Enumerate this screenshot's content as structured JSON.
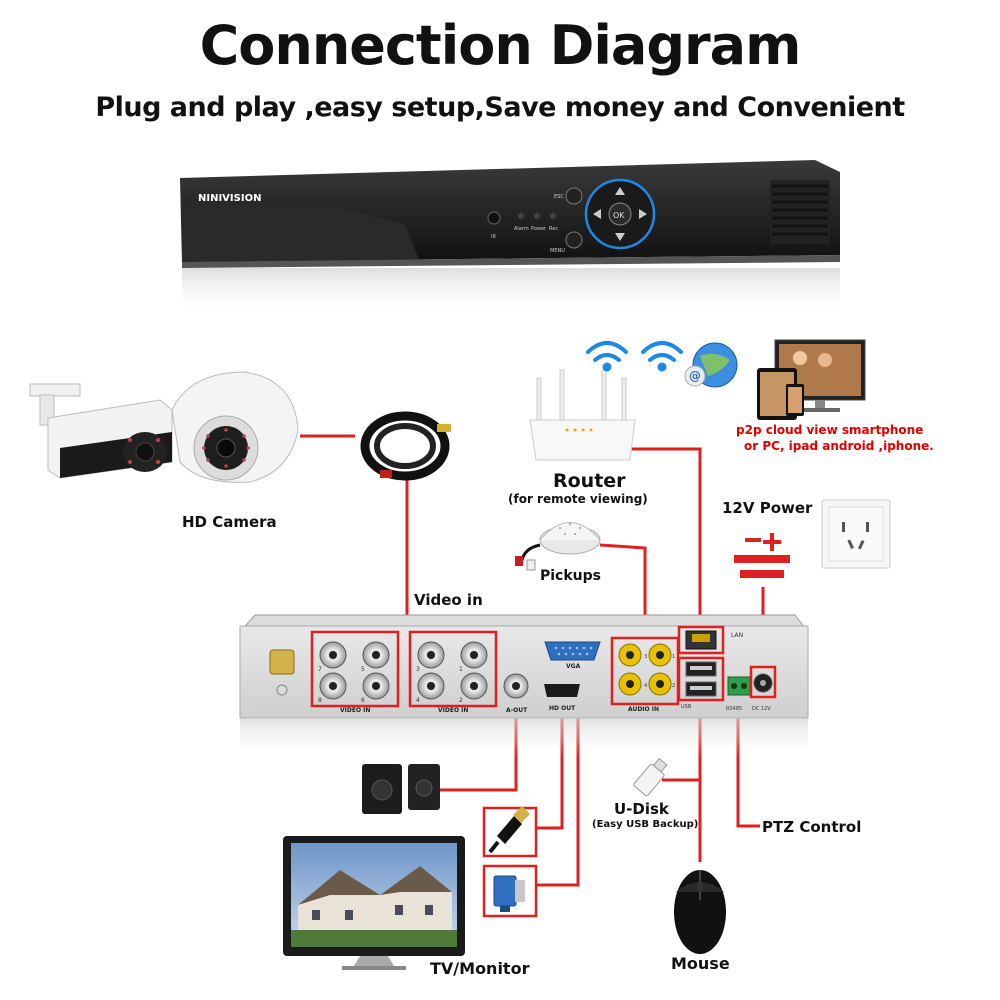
{
  "header": {
    "title": "Connection Diagram",
    "subtitle": "Plug and play ,easy setup,Save money and Convenient"
  },
  "dvr_front": {
    "brand": "NINIVISION",
    "esc": "ESC",
    "menu": "MENU",
    "ok": "OK",
    "ir": "IR",
    "leds": [
      "Alarm",
      "Power",
      "Rec"
    ]
  },
  "labels": {
    "hd_camera": "HD Camera",
    "video_in": "Video in",
    "router": "Router",
    "router_note": "(for remote viewing)",
    "pickups": "Pickups",
    "power": "12V Power",
    "p2p_line1": "p2p cloud  view smartphone",
    "p2p_line2": "or PC, ipad android ,iphone.",
    "udisk": "U-Disk",
    "udisk_note": "(Easy USB Backup)",
    "ptz": "PTZ Control",
    "tv": "TV/Monitor",
    "mouse": "Mouse"
  },
  "panel": {
    "video_in_left": "VIDEO IN",
    "video_in_right": "VIDEO IN",
    "vga": "VGA",
    "hd_out": "HD OUT",
    "a_out": "A-OUT",
    "audio_in": "AUDIO IN",
    "lan": "LAN",
    "usb": "USB",
    "rs485": "RS485",
    "dc12v": "DC 12V",
    "bnc_left": [
      "7",
      "5",
      "8",
      "6"
    ],
    "bnc_right": [
      "3",
      "1",
      "4",
      "2"
    ],
    "audio_nums": [
      "3",
      "1",
      "4",
      "2"
    ]
  },
  "colors": {
    "line": "#e02020",
    "accent_blue": "#1e88e5",
    "dvr_body": "#1b1b1b"
  }
}
